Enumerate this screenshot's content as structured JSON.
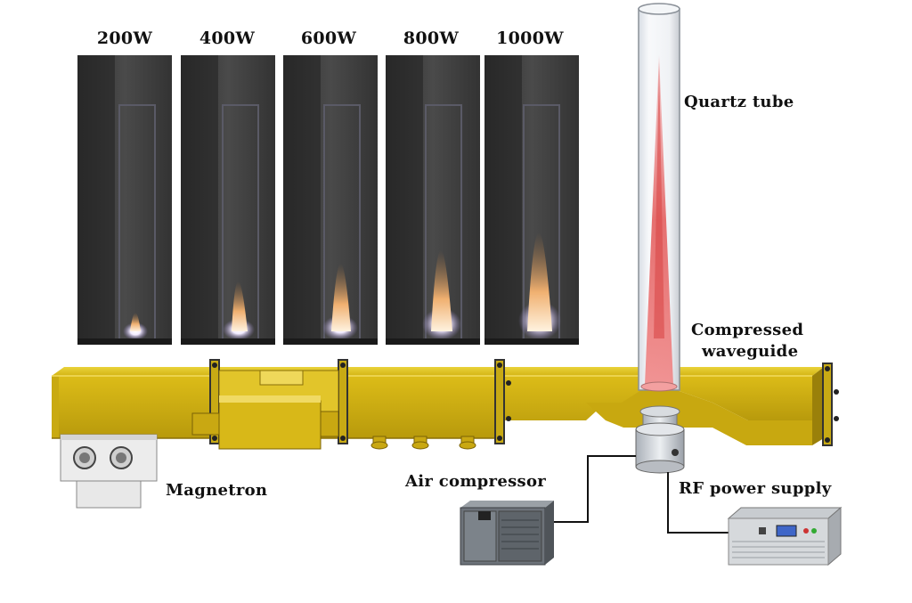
{
  "power_levels": [
    "200W",
    "400W",
    "600W",
    "800W",
    "1000W"
  ],
  "labels": {
    "quartz_tube": "Quartz tube",
    "compressed_waveguide_line1": "Compressed",
    "compressed_waveguide_line2": "waveguide",
    "magnetron": "Magnetron",
    "air_compressor": "Air compressor",
    "rf_power_supply": "RF power supply"
  },
  "colors": {
    "waveguide": "#d8b818",
    "waveguide_dark": "#a68a0a",
    "plasma": "#e05a5a",
    "photo_bg": "#3a3a3a"
  }
}
